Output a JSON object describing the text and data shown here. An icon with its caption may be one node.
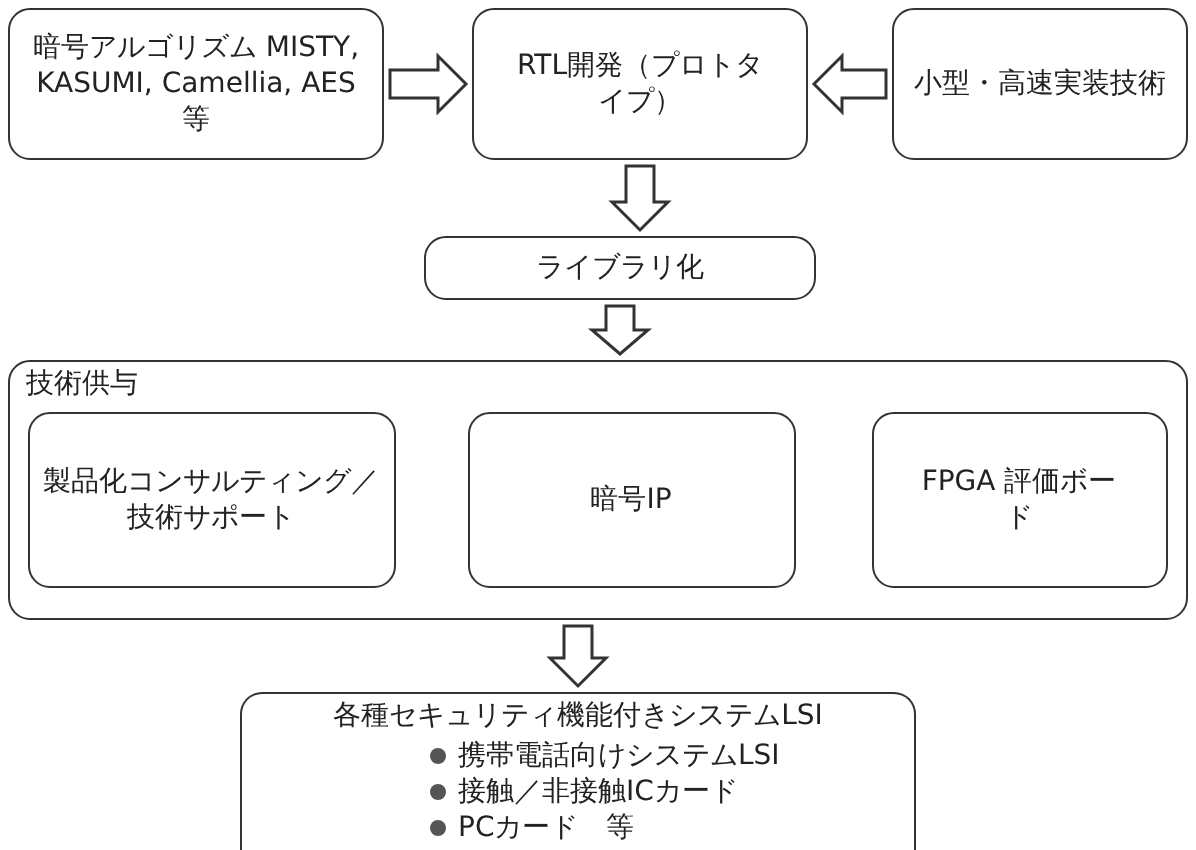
{
  "diagram": {
    "nodes": [
      {
        "text": [
          "暗号アルゴリズム MISTY, KASUMI, Camellia, AES等"
        ]
      },
      {
        "text": [
          "RTL開発（プロトタイプ）"
        ]
      },
      {
        "text": [
          "小型・高速実装技術"
        ]
      },
      {
        "text": [
          "ライブラリ化"
        ]
      },
      {
        "text": [
          "技術供与"
        ]
      },
      {
        "text": [
          "製品化コンサルティング／技術サポート"
        ],
        "in": 4
      },
      {
        "text": [
          "暗号IP"
        ],
        "in": 4
      },
      {
        "text": [
          "FPGA 評価ボード"
        ],
        "in": 4
      },
      {
        "text": [
          "各種セキュリティ機能付きシステムLSI",
          "携帯電話向けシステムLSI",
          "接触／非接触ICカード",
          "PCカード　等"
        ]
      }
    ],
    "edges": [
      {
        "from": 0,
        "to": 1,
        "arrow": "to"
      },
      {
        "from": 2,
        "to": 1,
        "arrow": "to"
      },
      {
        "from": 1,
        "to": 3,
        "arrow": "to"
      },
      {
        "from": 3,
        "to": 4,
        "arrow": "to"
      },
      {
        "from": 4,
        "to": 8,
        "arrow": "to"
      }
    ]
  }
}
